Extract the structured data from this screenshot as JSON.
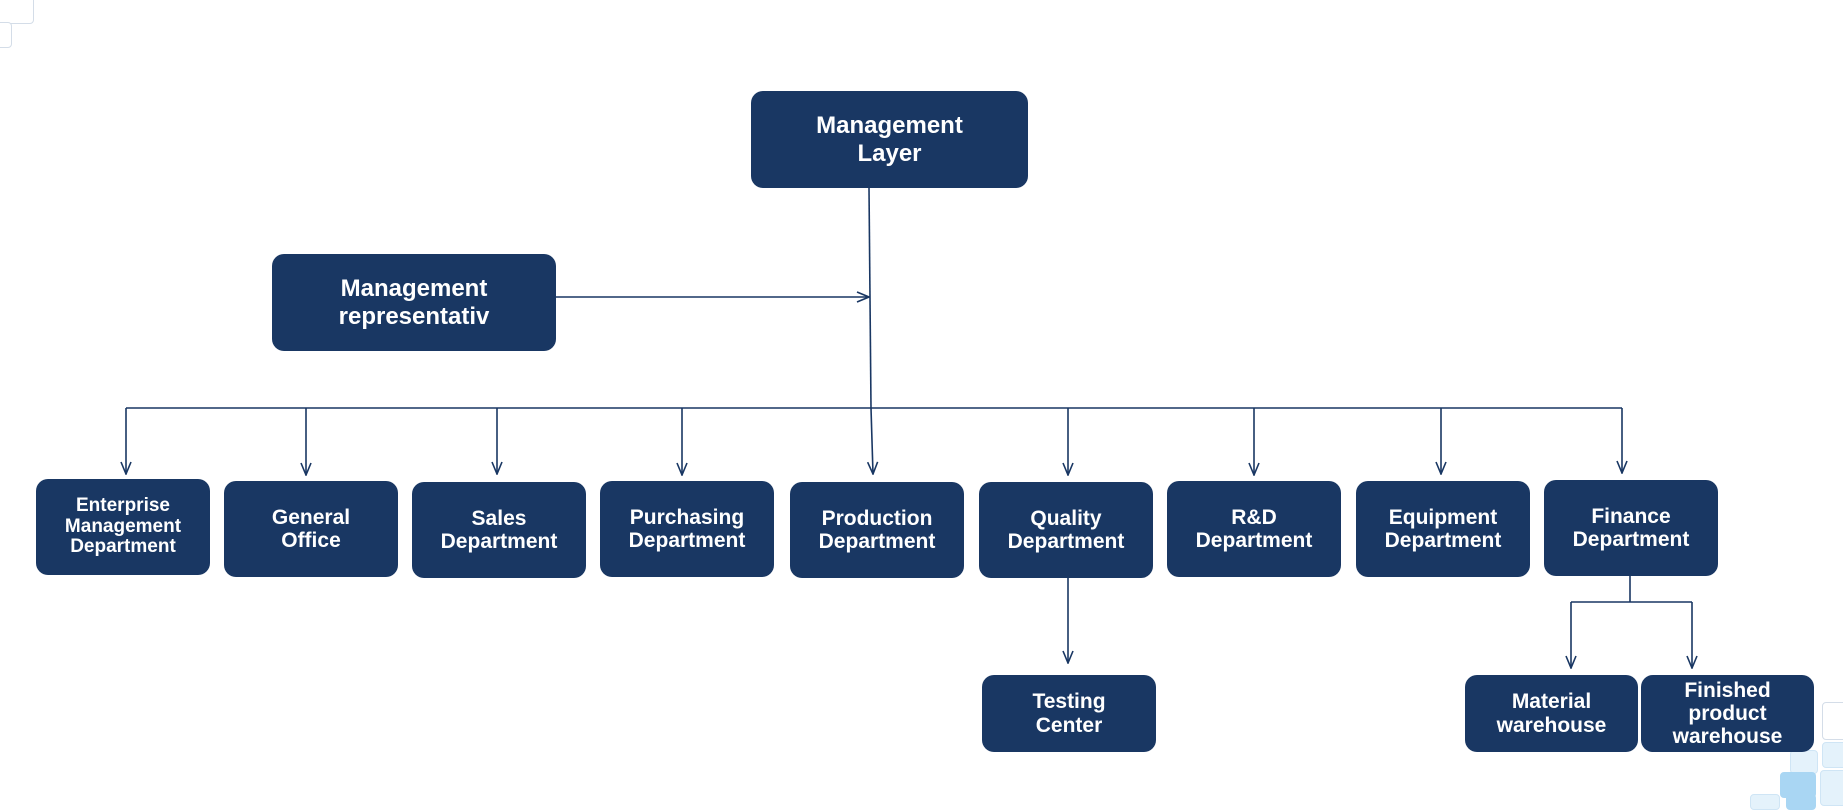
{
  "colors": {
    "box": "#193763",
    "text": "#ffffff",
    "line": "#193763",
    "decor": "#a9d6f3"
  },
  "nodes": {
    "management_layer": "Management\nLayer",
    "management_rep": "Management\nrepresentativ",
    "departments": [
      "Enterprise\nManagement\nDepartment",
      "General\nOffice",
      "Sales\nDepartment",
      "Purchasing\nDepartment",
      "Production\nDepartment",
      "Quality\nDepartment",
      "R&D\nDepartment",
      "Equipment\nDepartment",
      "Finance\nDepartment"
    ],
    "testing_center": "Testing\nCenter",
    "material_warehouse": "Material\nwarehouse",
    "finished_warehouse": "Finished\nproduct\nwarehouse"
  }
}
